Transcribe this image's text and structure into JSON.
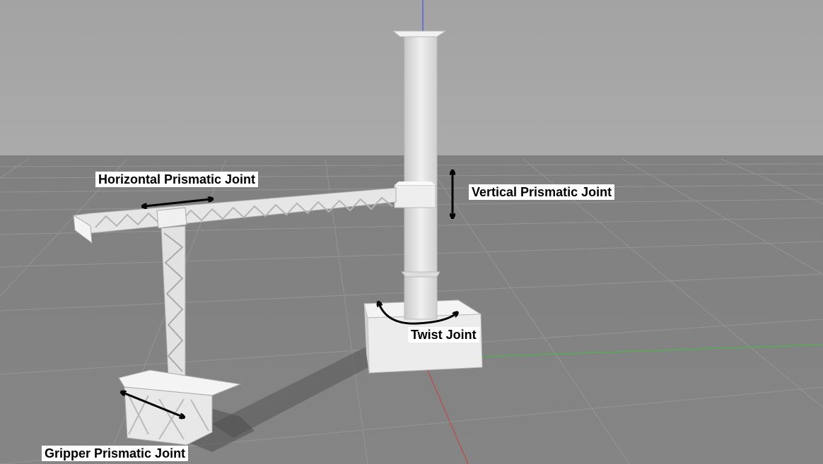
{
  "colors": {
    "sky": "#a8a8a8",
    "ground": "#7d7d7d",
    "grid_line": "#9a9a9a",
    "model": "#e6e6e6",
    "model_shadow": "#bdbdbd",
    "axis_z": "#3030ff",
    "axis_x": "#c83030",
    "axis_y": "#30c030",
    "arrow": "#000000"
  },
  "labels": {
    "horizontal_joint": "Horizontal Prismatic Joint",
    "vertical_joint": "Vertical Prismatic Joint",
    "twist_joint": "Twist Joint",
    "gripper_joint": "Gripper Prismatic Joint"
  }
}
